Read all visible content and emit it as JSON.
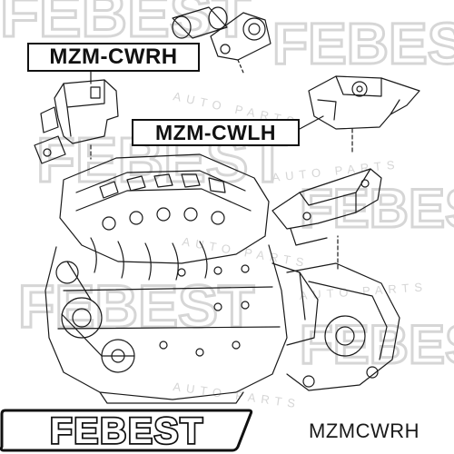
{
  "callouts": {
    "right_mount": "MZM-CWRH",
    "left_mount": "MZM-CWLH"
  },
  "watermark": {
    "brand": "FEBEST",
    "tagline": "AUTO PARTS"
  },
  "logo": {
    "text": "FEBEST"
  },
  "footer": {
    "part_code": "MZMCWRH"
  },
  "colors": {
    "ink": "#111111",
    "watermark": "#d9d9d9",
    "background": "#ffffff"
  }
}
